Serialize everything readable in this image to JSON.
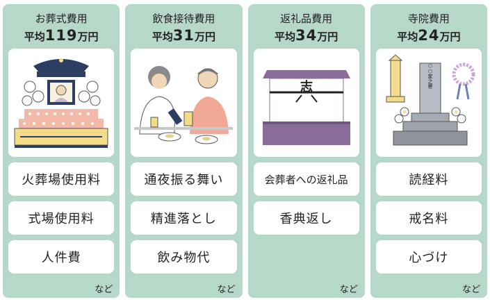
{
  "columns": [
    {
      "title": "お葬式費用",
      "avg_prefix": "平均",
      "avg_value": "119",
      "avg_unit": "万円",
      "items": [
        "火葬場使用料",
        "式場使用料",
        "人件費"
      ],
      "footer": "など"
    },
    {
      "title": "飲食接待費用",
      "avg_prefix": "平均",
      "avg_value": "31",
      "avg_unit": "万円",
      "items": [
        "通夜振る舞い",
        "精進落とし",
        "飲み物代"
      ],
      "footer": "など"
    },
    {
      "title": "返礼品費用",
      "avg_prefix": "平均",
      "avg_value": "34",
      "avg_unit": "万円",
      "items": [
        "会葬者への返礼品",
        "香典返し"
      ],
      "footer": "など"
    },
    {
      "title": "寺院費用",
      "avg_prefix": "平均",
      "avg_value": "24",
      "avg_unit": "万円",
      "items": [
        "読経料",
        "戒名料",
        "心づけ"
      ],
      "footer": "など"
    }
  ],
  "illustrations": {
    "gift_noshi_mark": "志",
    "grave_inscription": "○○家之墓"
  },
  "colors": {
    "panel_bg": "#b6d8c8",
    "card_bg": "#ffffff",
    "gift_purple": "#8a6c9a",
    "altar_pink": "#f2b8a8",
    "altar_yellow": "#f2dc8a",
    "altar_navy": "#2d3e63"
  }
}
